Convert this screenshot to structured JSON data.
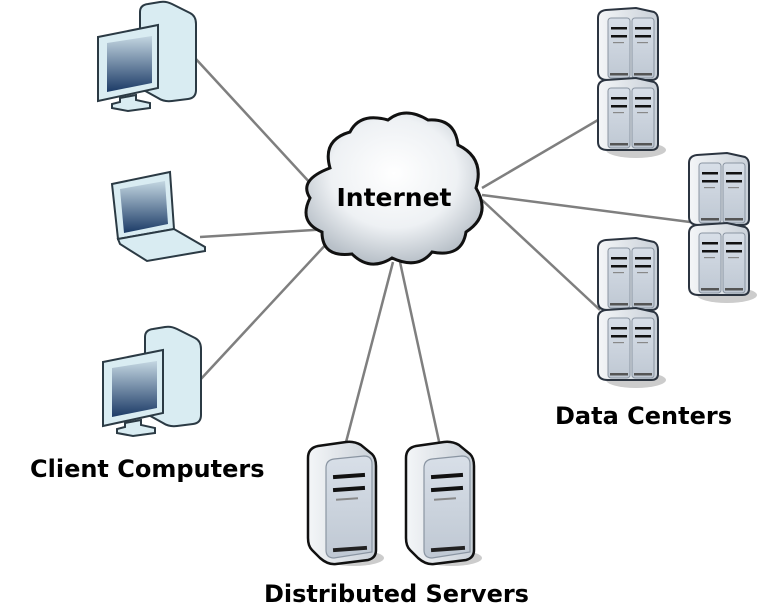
{
  "diagram": {
    "hub": {
      "label": "Internet"
    },
    "groups": [
      {
        "label": "Client Computers",
        "devices": [
          "desktop",
          "laptop",
          "desktop"
        ]
      },
      {
        "label": "Data Centers",
        "devices": [
          "server-rack",
          "server-rack",
          "server-rack"
        ]
      },
      {
        "label": "Distributed Servers",
        "devices": [
          "server-tower",
          "server-tower"
        ]
      }
    ]
  },
  "colors": {
    "line": "#808080",
    "device_fill": "#d9ecf2",
    "outline": "#2b3a44",
    "screen_top": "#b9cedb",
    "screen_bottom": "#1e3c66"
  }
}
